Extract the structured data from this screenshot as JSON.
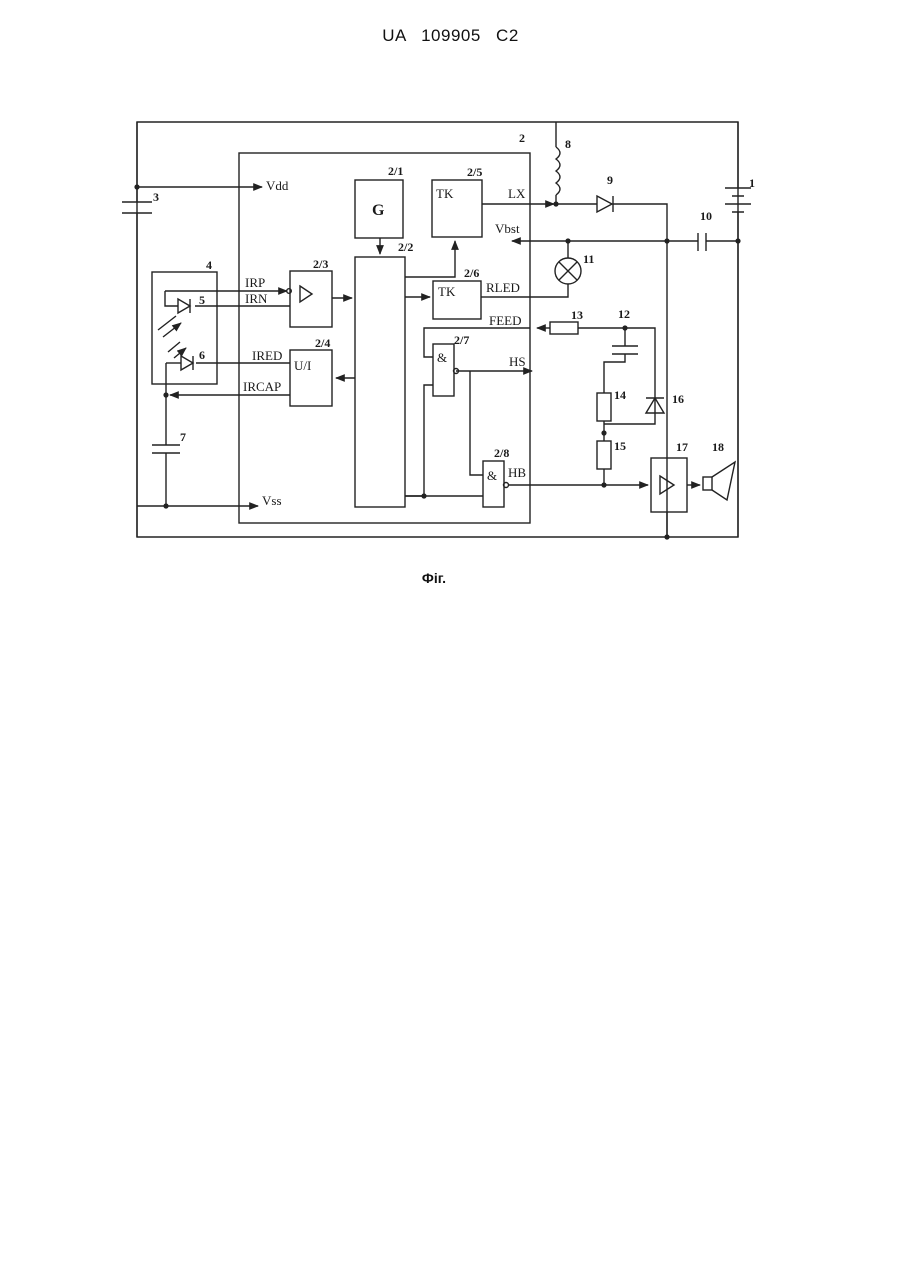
{
  "header": {
    "doc_id": "UA 109905 C2"
  },
  "caption": "Фіг.",
  "labels": {
    "vdd": "Vdd",
    "vss": "Vss",
    "vbst": "Vbst",
    "lx": "LX",
    "irp": "IRP",
    "irn": "IRN",
    "ired": "IRED",
    "ircap": "IRCAP",
    "rled": "RLED",
    "feed": "FEED",
    "hs": "HS",
    "hb": "HB"
  },
  "blocks": {
    "g": "G",
    "tk_top": "TK",
    "tk_mid": "TK",
    "ui": "U/I",
    "and_top": "&",
    "and_bottom": "&"
  },
  "numbers": {
    "n1": "1",
    "n2": "2",
    "n3": "3",
    "n4": "4",
    "n5": "5",
    "n6": "6",
    "n7": "7",
    "n8": "8",
    "n9": "9",
    "n10": "10",
    "n11": "11",
    "n12": "12",
    "n13": "13",
    "n14": "14",
    "n15": "15",
    "n16": "16",
    "n17": "17",
    "n18": "18",
    "n2_1": "2/1",
    "n2_2": "2/2",
    "n2_3": "2/3",
    "n2_4": "2/4",
    "n2_5": "2/5",
    "n2_6": "2/6",
    "n2_7": "2/7",
    "n2_8": "2/8"
  }
}
